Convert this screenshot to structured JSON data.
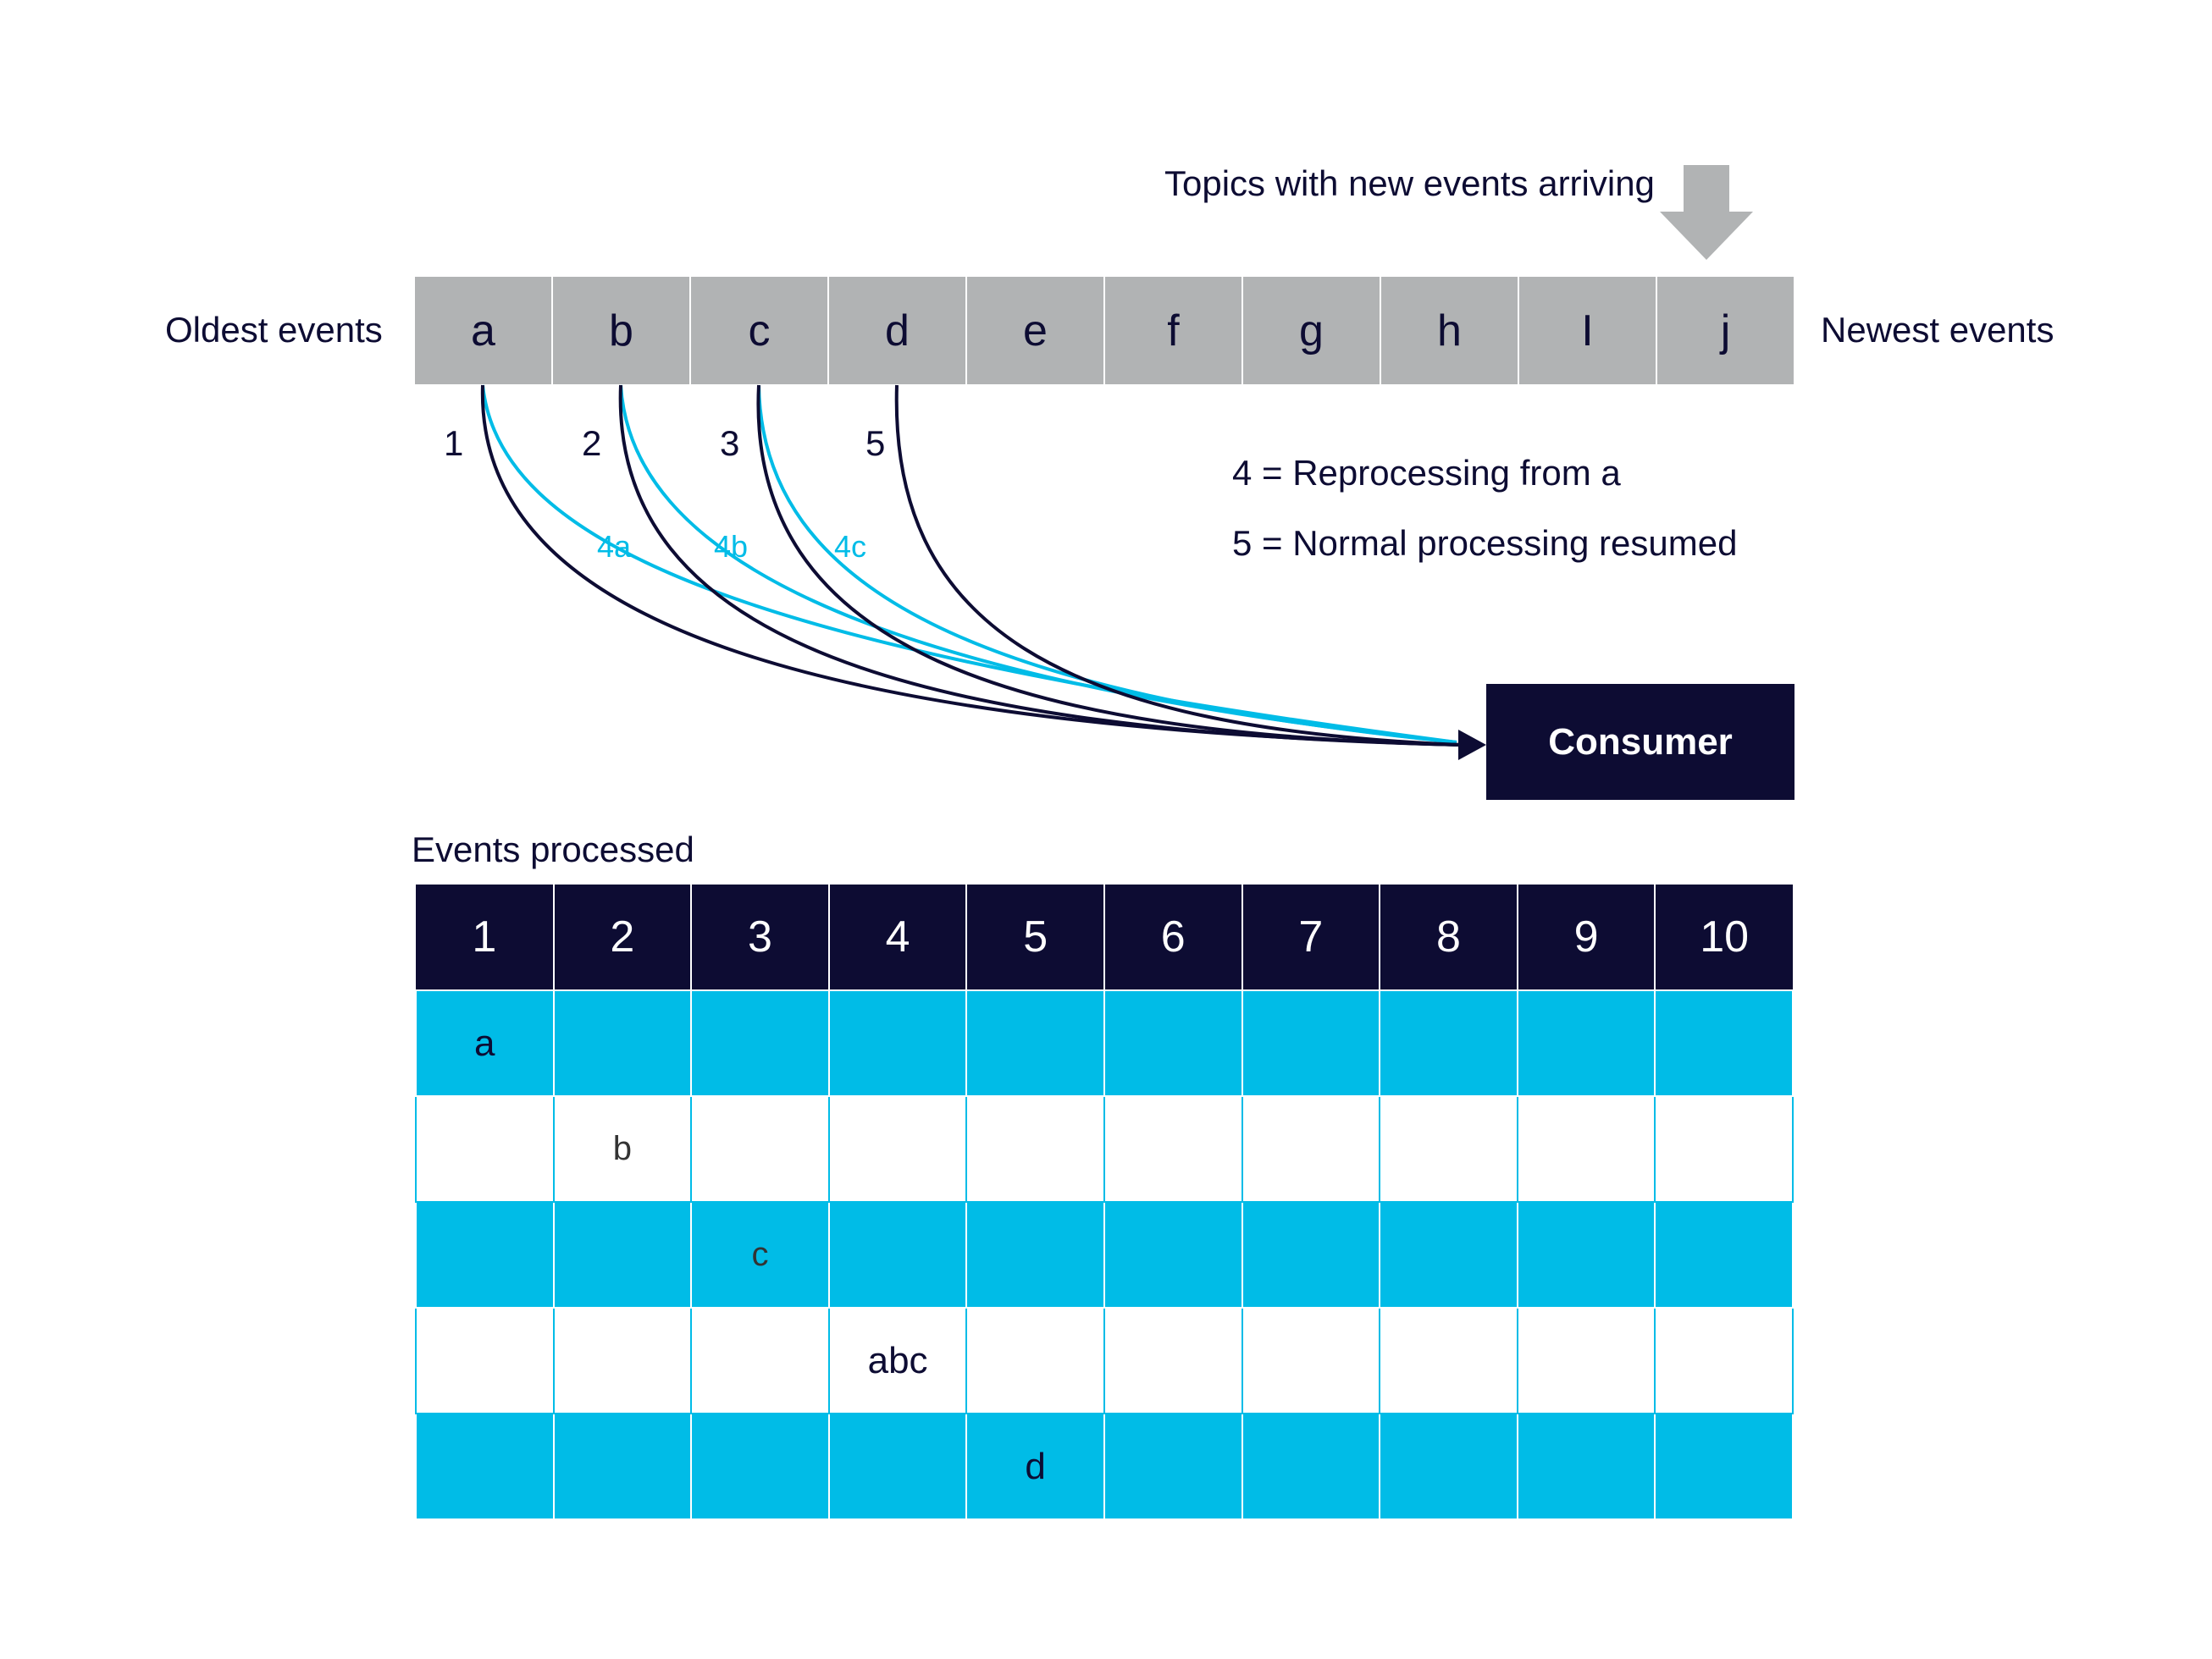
{
  "header": {
    "new_events_label": "Topics with new events arriving",
    "oldest_label": "Oldest events",
    "newest_label": "Newest events"
  },
  "topic_events": [
    "a",
    "b",
    "c",
    "d",
    "e",
    "f",
    "g",
    "h",
    "I",
    "j"
  ],
  "flow_labels": {
    "dark": [
      "1",
      "2",
      "3",
      "5"
    ],
    "blue": [
      "4a",
      "4b",
      "4c"
    ]
  },
  "legend": {
    "line1": "4 = Reprocessing from a",
    "line2": "5 = Normal processing resumed"
  },
  "consumer": {
    "label": "Consumer"
  },
  "table": {
    "caption": "Events processed",
    "headers": [
      "1",
      "2",
      "3",
      "4",
      "5",
      "6",
      "7",
      "8",
      "9",
      "10"
    ],
    "rows": [
      [
        "a",
        "",
        "",
        "",
        "",
        "",
        "",
        "",
        "",
        ""
      ],
      [
        "",
        "b",
        "",
        "",
        "",
        "",
        "",
        "",
        "",
        ""
      ],
      [
        "",
        "",
        "c",
        "",
        "",
        "",
        "",
        "",
        "",
        ""
      ],
      [
        "",
        "",
        "",
        "abc",
        "",
        "",
        "",
        "",
        "",
        ""
      ],
      [
        "",
        "",
        "",
        "",
        "d",
        "",
        "",
        "",
        "",
        ""
      ]
    ]
  },
  "colors": {
    "navy": "#0d0c33",
    "cyan": "#00bce7",
    "gray": "#b1b3b4"
  }
}
